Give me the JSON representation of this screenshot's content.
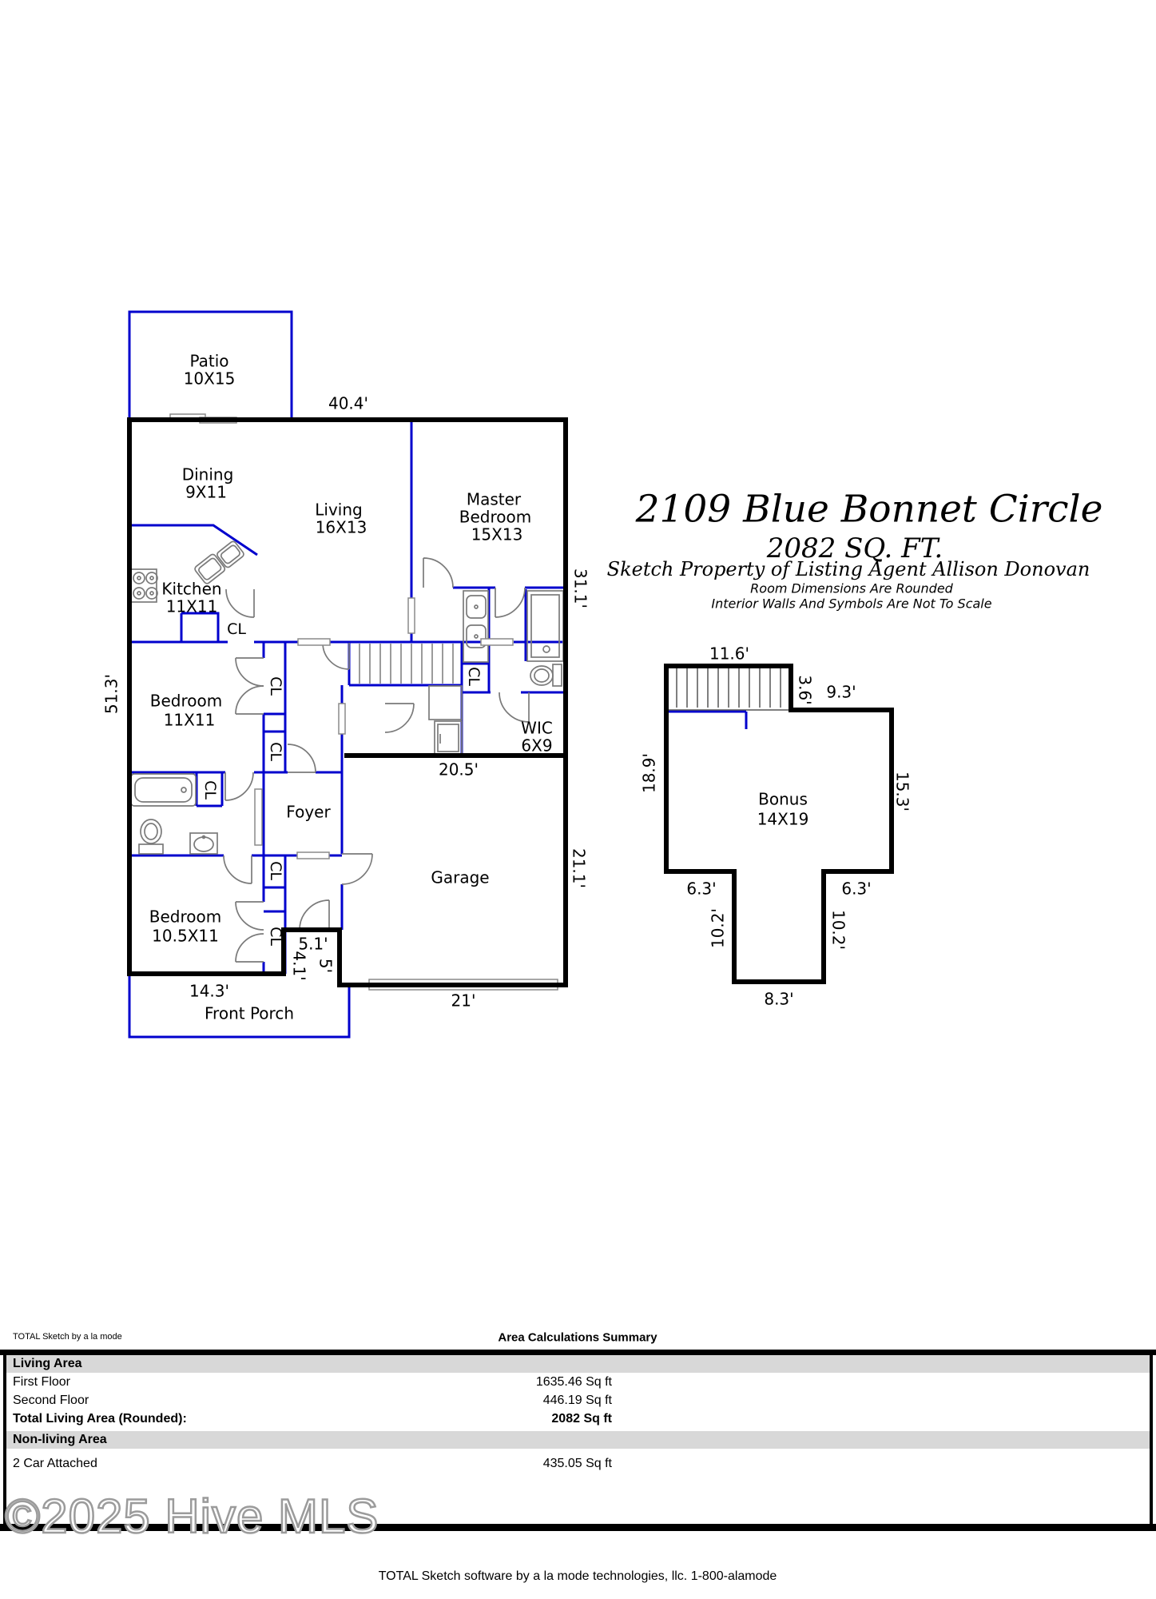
{
  "colors": {
    "wall": "#000000",
    "interior_wall": "#0000cd",
    "fixture": "#7a7a7a",
    "band": "#d8d8d8"
  },
  "title_block": {
    "address": "2109 Blue Bonnet Circle",
    "sqft": "2082 SQ. FT.",
    "agent_line": "Sketch Property of Listing Agent Allison Donovan",
    "note1": "Room Dimensions Are Rounded",
    "note2": "Interior Walls And Symbols Are Not To Scale"
  },
  "rooms": {
    "patio": "Patio",
    "patio_dims": "10X15",
    "dining": "Dining",
    "dining_dims": "9X11",
    "living": "Living",
    "living_dims": "16X13",
    "master_1": "Master",
    "master_2": "Bedroom",
    "master_dims": "15X13",
    "kitchen": "Kitchen",
    "kitchen_dims": "11X11",
    "bedroom2": "Bedroom",
    "bedroom2_dims": "11X11",
    "wic": "WIC",
    "wic_dims": "6X9",
    "foyer": "Foyer",
    "garage": "Garage",
    "bedroom3": "Bedroom",
    "bedroom3_dims": "10.5X11",
    "front_porch": "Front Porch",
    "bonus": "Bonus",
    "bonus_dims": "14X19",
    "closet": "CL"
  },
  "dims": {
    "top": "40.4'",
    "left": "51.3'",
    "right_upper": "31.1'",
    "right_lower": "21.1'",
    "garage_top": "20.5'",
    "garage_door": "21'",
    "porch": "14.3'",
    "entry_w": "5.1'",
    "entry_h1": "4.1'",
    "entry_h2": "5'",
    "bonus_top": "11.6'",
    "bonus_step": "3.6'",
    "bonus_top_right": "9.3'",
    "bonus_left": "18.9'",
    "bonus_right": "15.3'",
    "bonus_notch_left": "6.3'",
    "bonus_notch_right": "6.3'",
    "bonus_inner_left": "10.2'",
    "bonus_inner_right": "10.2'",
    "bonus_bottom": "8.3'"
  },
  "summary": {
    "brand": "TOTAL Sketch by a la mode",
    "title": "Area Calculations Summary",
    "living_header": "Living Area",
    "rows": [
      {
        "label": "First Floor",
        "value": "1635.46 Sq ft"
      },
      {
        "label": "Second Floor",
        "value": "446.19 Sq ft"
      },
      {
        "label": "Total Living Area (Rounded):",
        "value": "2082 Sq ft"
      }
    ],
    "nonliving_header": "Non-living Area",
    "nonliving_rows": [
      {
        "label": "2 Car Attached",
        "value": "435.05 Sq ft"
      }
    ]
  },
  "watermark": "©2025 Hive MLS",
  "footer": "TOTAL Sketch software by a la mode technologies, llc. 1-800-alamode"
}
